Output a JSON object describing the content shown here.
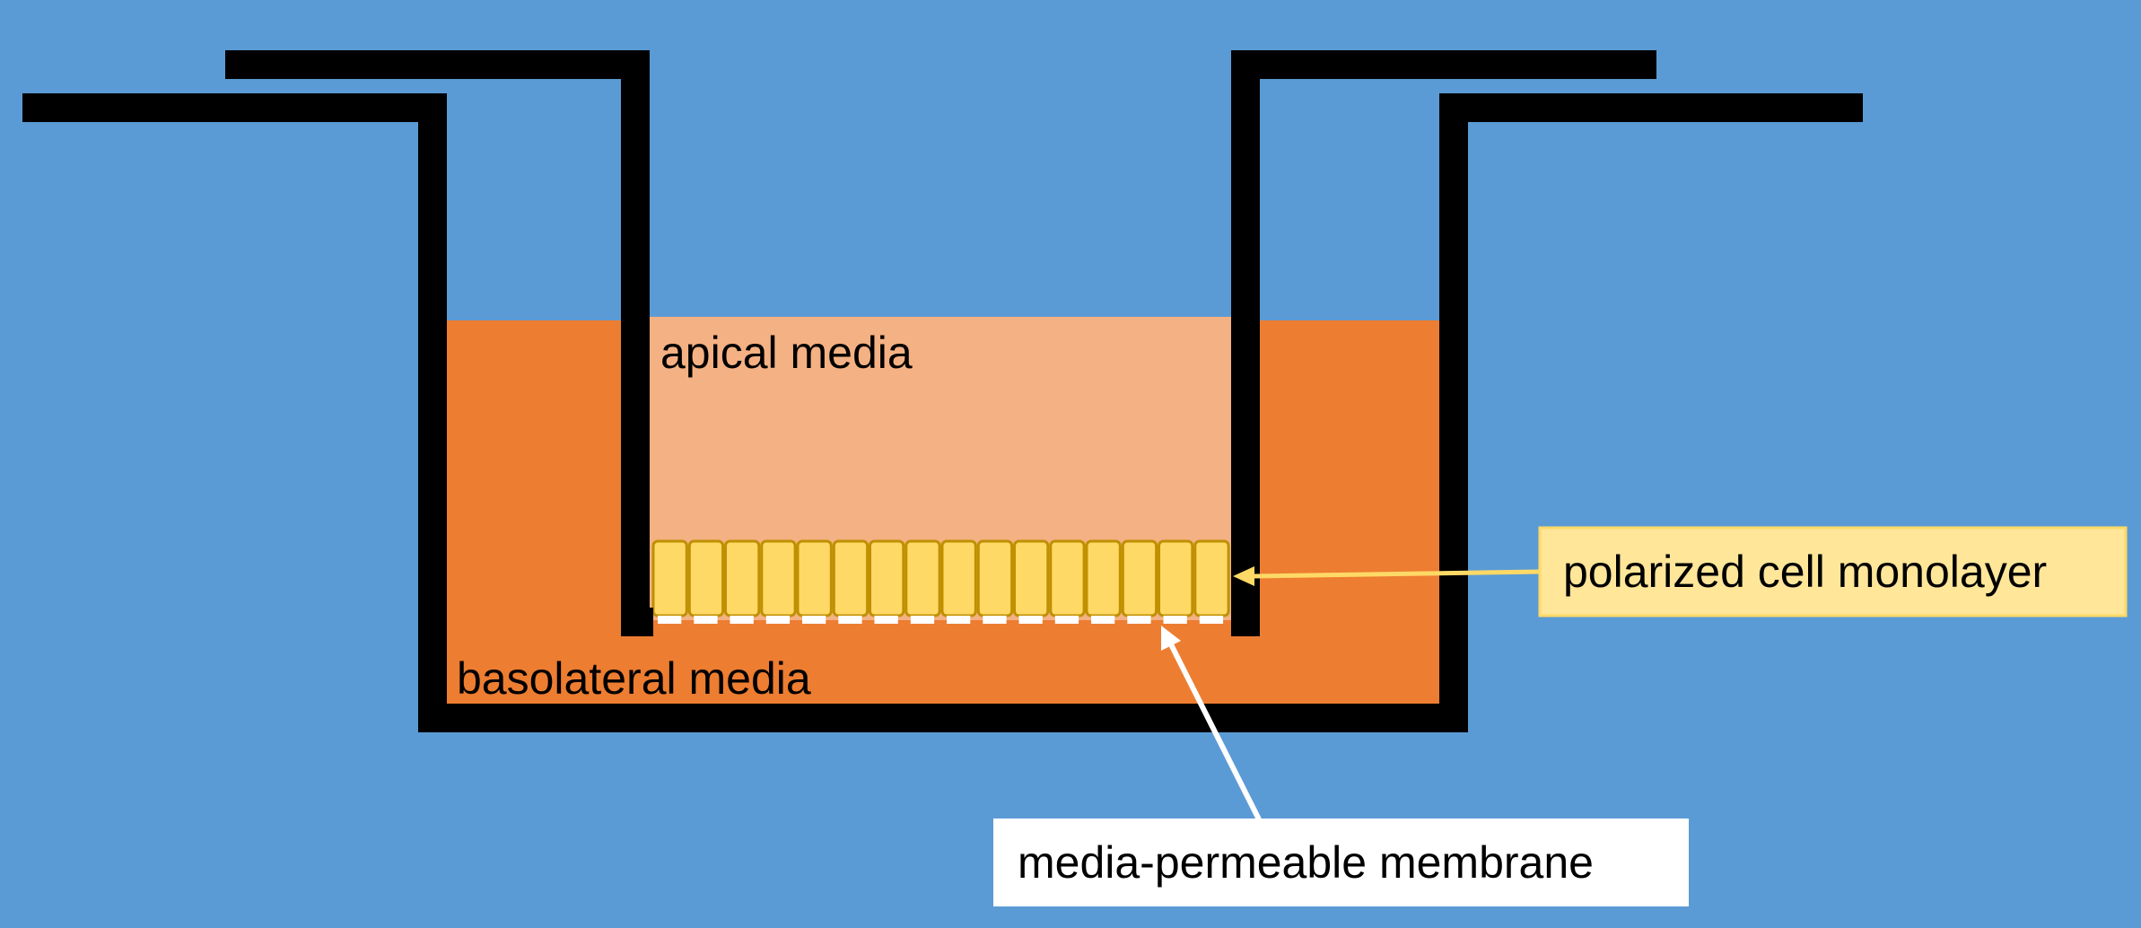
{
  "colors": {
    "background": "#5b9bd5",
    "basolateral_media": "#ed7d31",
    "apical_media": "#f4b183",
    "cell_fill": "#ffd966",
    "cell_stroke": "#bf9000",
    "wall": "#000000",
    "membrane": "#ffffff",
    "callout_monolayer_fill": "#ffe699",
    "callout_membrane_fill": "#ffffff",
    "arrow_monolayer": "#ffd966",
    "arrow_membrane": "#ffffff"
  },
  "labels": {
    "apical_media": "apical media",
    "basolateral_media": "basolateral media",
    "polarized_cell_monolayer": "polarized cell monolayer",
    "media_permeable_membrane": "media-permeable membrane"
  }
}
